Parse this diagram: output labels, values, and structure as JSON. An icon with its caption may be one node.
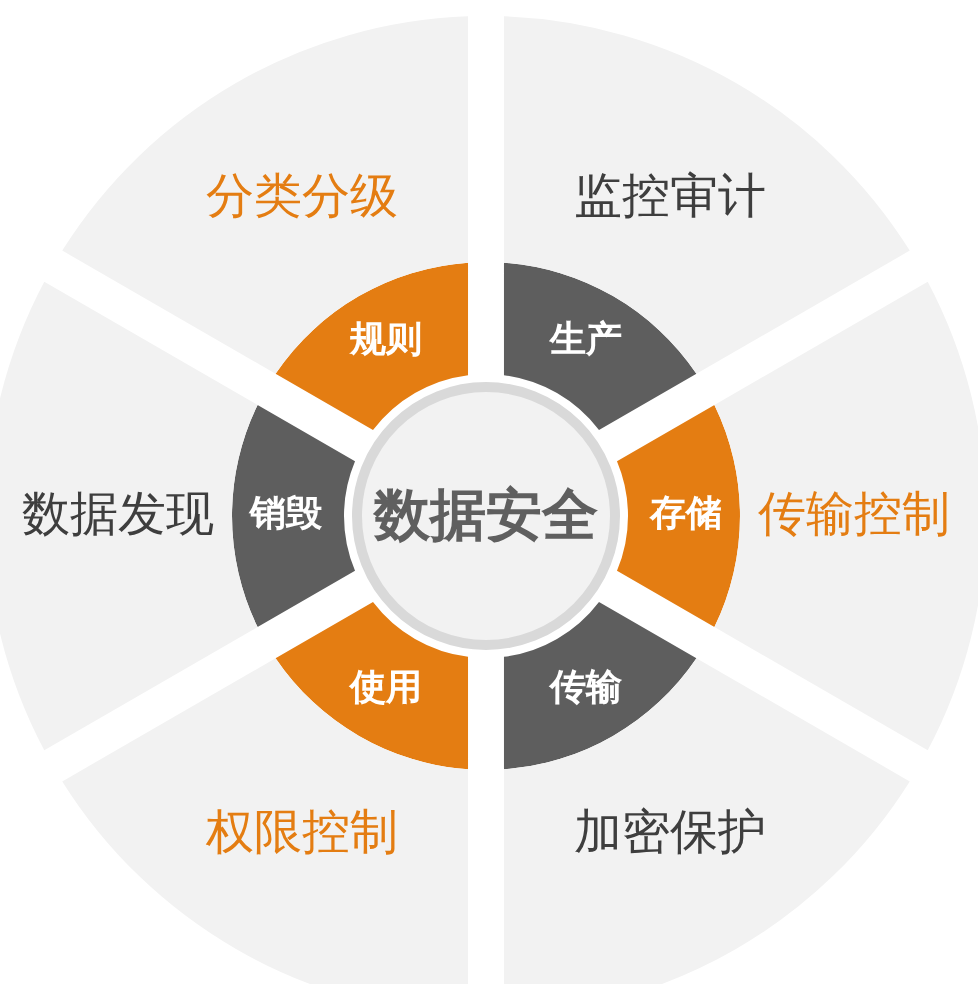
{
  "diagram": {
    "nodes": [
      {
        "text": [
          "数据安全"
        ]
      },
      {
        "text": [
          "规则"
        ]
      },
      {
        "text": [
          "生产"
        ]
      },
      {
        "text": [
          "存储"
        ]
      },
      {
        "text": [
          "传输"
        ]
      },
      {
        "text": [
          "使用"
        ]
      },
      {
        "text": [
          "销毁"
        ]
      },
      {
        "text": [
          "分类分级"
        ]
      },
      {
        "text": [
          "监控审计"
        ]
      },
      {
        "text": [
          "传输控制"
        ]
      },
      {
        "text": [
          "加密保护"
        ]
      },
      {
        "text": [
          "权限控制"
        ]
      },
      {
        "text": [
          "数据发现"
        ]
      }
    ]
  }
}
